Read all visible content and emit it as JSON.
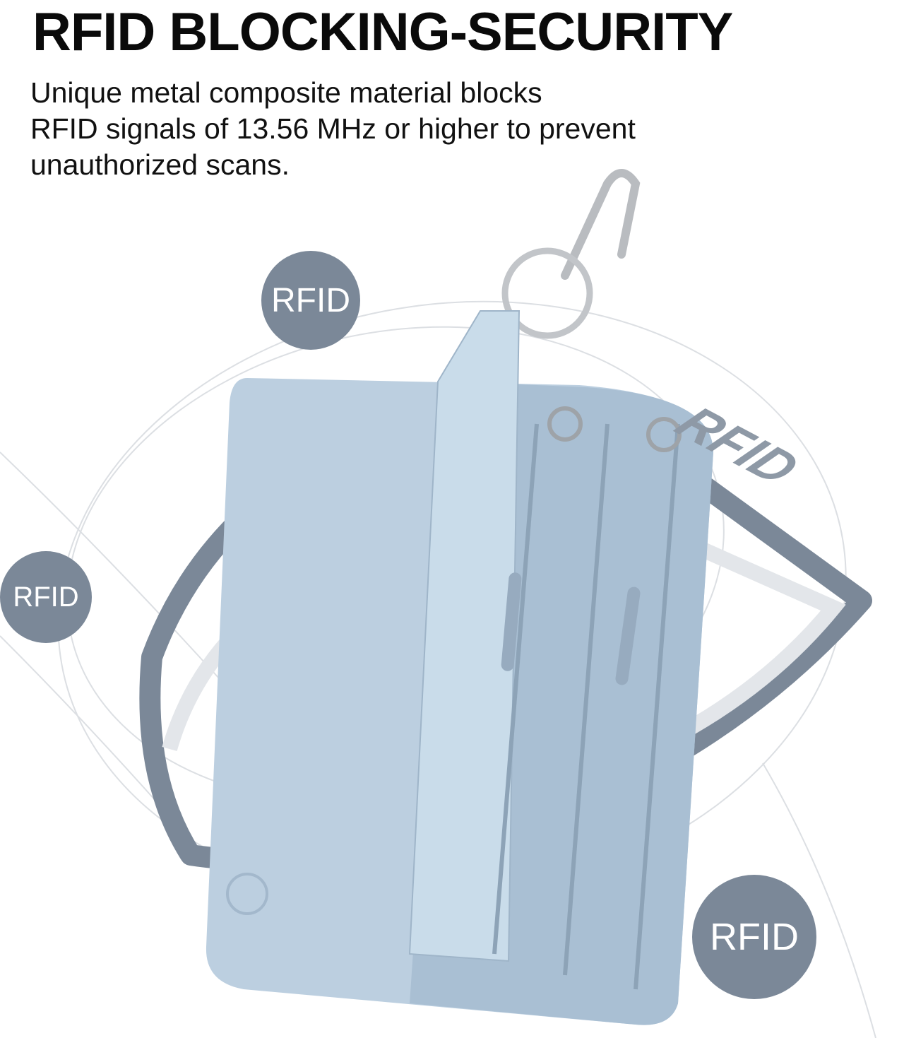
{
  "headline": "RFID BLOCKING-SECURITY",
  "description": {
    "lines": [
      "Unique metal composite material blocks",
      "RFID signals of 13.56 MHz or higher to prevent",
      "unauthorized scans."
    ]
  },
  "badges": [
    {
      "label": "RFID"
    },
    {
      "label": "RFID"
    },
    {
      "label": "RFID"
    }
  ],
  "shield_label": "RFID",
  "colors": {
    "badge": "#7b8898",
    "shield": "#7b8898",
    "wallet": "#bccfe0",
    "text": "#0a0a0a"
  }
}
